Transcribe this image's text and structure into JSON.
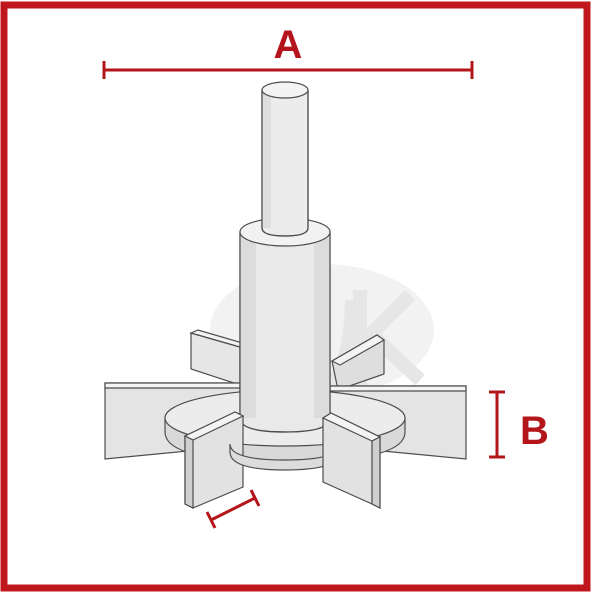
{
  "labels": {
    "dimension_a": "A",
    "dimension_b": "B"
  },
  "colors": {
    "frame": "#c0171c",
    "dimension": "#b3151a",
    "part_fill": "#e8e8e8",
    "part_shade": "#d2d2d2",
    "part_light": "#f3f3f3",
    "part_stroke": "#4d4d4d",
    "watermark": "#efefef"
  },
  "icons": {
    "watermark": "uk-logo-watermark"
  }
}
